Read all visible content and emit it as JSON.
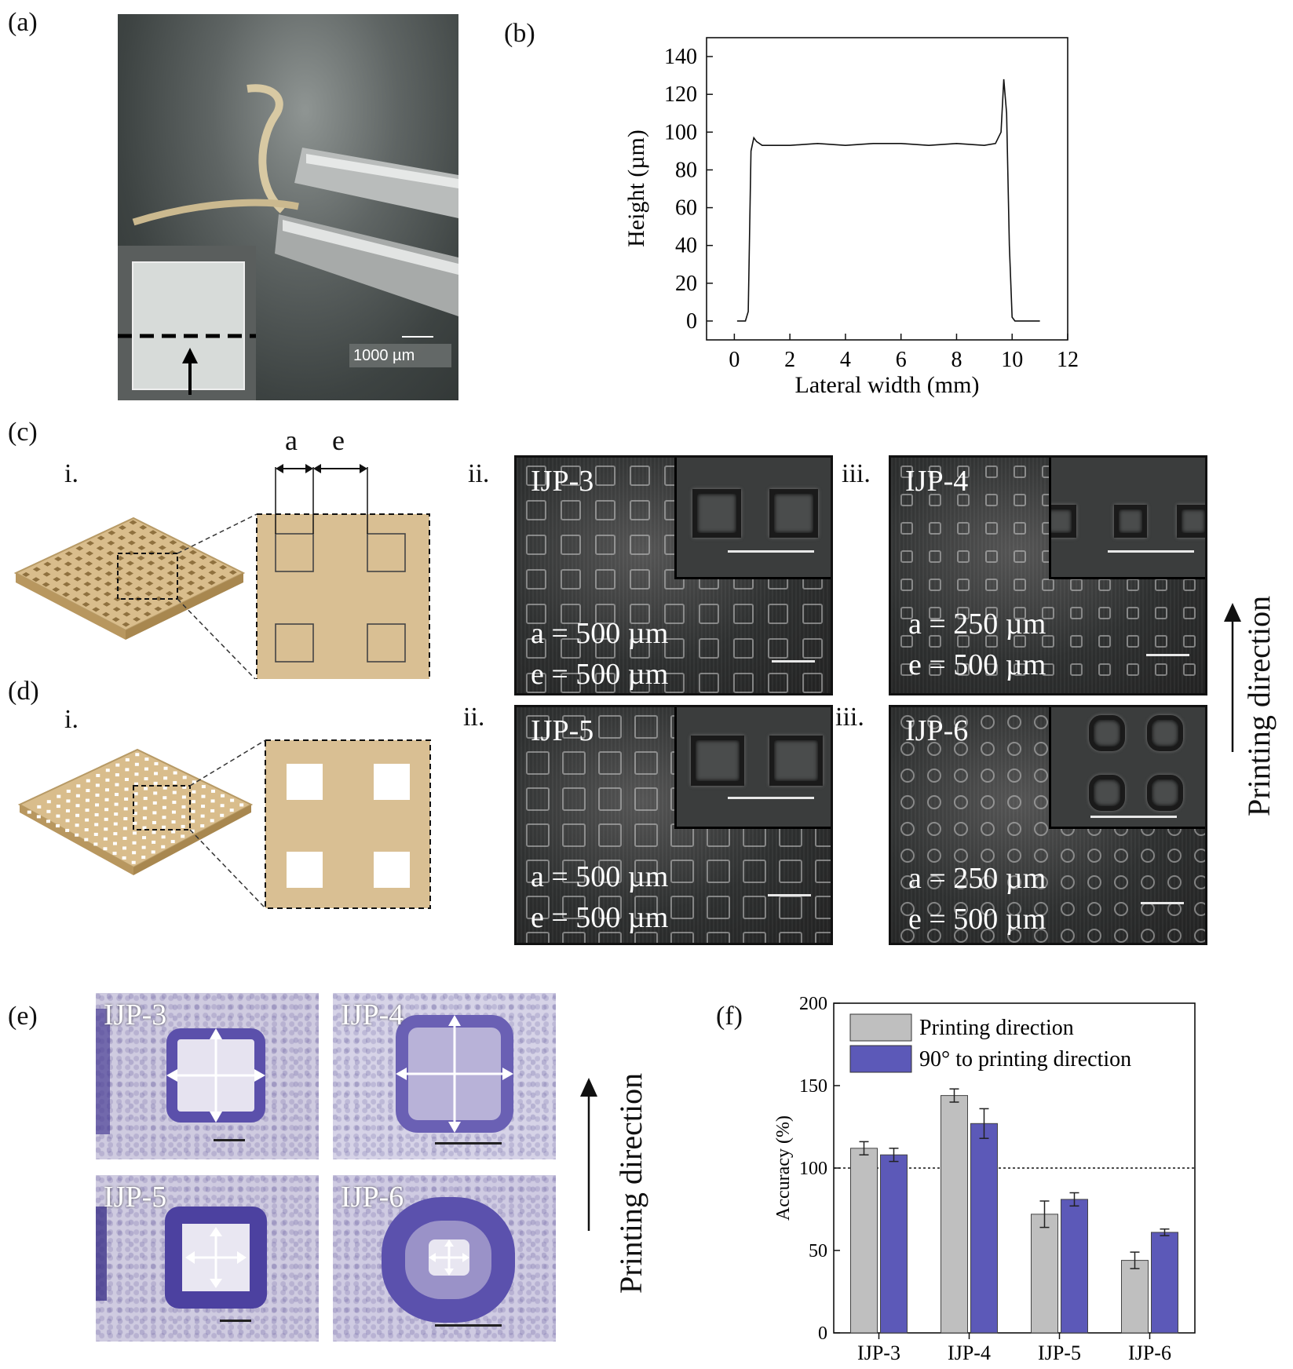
{
  "panel_labels": {
    "a": "(a)",
    "b": "(b)",
    "c": "(c)",
    "d": "(d)",
    "e": "(e)",
    "f": "(f)"
  },
  "panel_a": {
    "scale_bar": "1000 µm"
  },
  "panel_b": {
    "chart_data": {
      "type": "line",
      "xlabel": "Lateral width (mm)",
      "ylabel": "Height (µm)",
      "xlim": [
        -1,
        12
      ],
      "ylim": [
        -10,
        150
      ],
      "xticks": [
        0,
        2,
        4,
        6,
        8,
        10,
        12
      ],
      "yticks": [
        0,
        20,
        40,
        60,
        80,
        100,
        120,
        140
      ],
      "series": [
        {
          "x": [
            0.1,
            0.4,
            0.5,
            0.6,
            0.7,
            0.8,
            1.0,
            1.5,
            2,
            3,
            4,
            5,
            6,
            7,
            8,
            9,
            9.4,
            9.6,
            9.7,
            9.8,
            9.9,
            10.0,
            10.1,
            10.5,
            11.0
          ],
          "y": [
            0,
            0,
            5,
            90,
            97,
            95,
            93,
            93,
            93,
            94,
            93,
            94,
            94,
            93,
            94,
            93,
            94,
            100,
            128,
            110,
            40,
            2,
            0,
            0,
            0
          ]
        }
      ]
    }
  },
  "panel_c": {
    "sub_i": "i.",
    "sub_ii": "ii.",
    "sub_iii": "iii.",
    "dim_a": "a",
    "dim_e": "e"
  },
  "panel_d": {
    "sub_i": "i.",
    "sub_ii": "ii.",
    "sub_iii": "iii."
  },
  "micrographs": [
    {
      "title": "IJP-3",
      "a": "a = 500 µm",
      "e": "e = 500 µm"
    },
    {
      "title": "IJP-4",
      "a": "a = 250 µm",
      "e": "e = 500 µm"
    },
    {
      "title": "IJP-5",
      "a": "a = 500 µm",
      "e": "e = 500 µm"
    },
    {
      "title": "IJP-6",
      "a": "a = 250 µm",
      "e": "e = 500 µm"
    }
  ],
  "printing_direction": "Printing direction",
  "panel_e": {
    "titles": [
      "IJP-3",
      "IJP-4",
      "IJP-5",
      "IJP-6"
    ]
  },
  "panel_f": {
    "chart_data": {
      "type": "bar",
      "categories": [
        "IJP-3",
        "IJP-4",
        "IJP-5",
        "IJP-6"
      ],
      "ylabel": "Accuracy (%)",
      "ylim": [
        0,
        200
      ],
      "yticks": [
        0,
        50,
        100,
        150,
        200
      ],
      "reference_line": 100,
      "legend_position": "top-left",
      "series": [
        {
          "name": "Printing direction",
          "color": "#bfbfbf",
          "values": [
            112,
            144,
            72,
            44
          ],
          "errors": [
            4,
            4,
            8,
            5
          ]
        },
        {
          "name": "90° to printing direction",
          "color": "#5c59b8",
          "values": [
            108,
            127,
            81,
            61
          ],
          "errors": [
            4,
            9,
            4,
            2
          ]
        }
      ]
    }
  }
}
